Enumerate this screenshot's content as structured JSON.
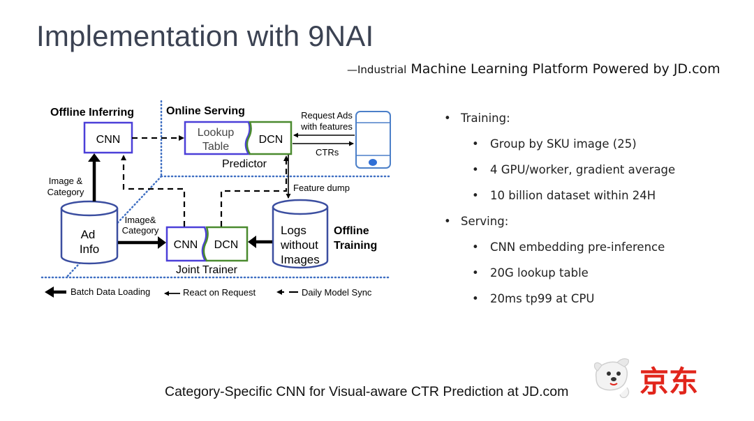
{
  "slide": {
    "title": "Implementation with 9NAI",
    "subtitle_prefix": "—Industrial",
    "subtitle_main": " Machine Learning Platform Powered by JD.com",
    "caption": "Category-Specific CNN for Visual-aware CTR Prediction at JD.com"
  },
  "bullets": [
    {
      "level": 1,
      "text": "Training:"
    },
    {
      "level": 2,
      "text": "Group by SKU image (25)"
    },
    {
      "level": 2,
      "text": "4 GPU/worker, gradient average"
    },
    {
      "level": 2,
      "text": "10 billion dataset within 24H"
    },
    {
      "level": 1,
      "text": "Serving:"
    },
    {
      "level": 2,
      "text": "CNN embedding pre-inference"
    },
    {
      "level": 2,
      "text": "20G lookup table"
    },
    {
      "level": 2,
      "text": "20ms tp99 at CPU"
    }
  ],
  "diagram": {
    "offline_inferring": "Offline Inferring",
    "online_serving": "Online Serving",
    "offline_training_1": "Offline",
    "offline_training_2": "Training",
    "cnn": "CNN",
    "dcn": "DCN",
    "lookup_1": "Lookup",
    "lookup_2": "Table",
    "predictor": "Predictor",
    "joint_trainer": "Joint Trainer",
    "request_ads_1": "Request Ads",
    "request_ads_2": "with features",
    "ctrs": "CTRs",
    "feature_dump": "Feature dump",
    "image_category_left_1": "Image &",
    "image_category_left_2": "Category",
    "image_category_mid_1": "Image&",
    "image_category_mid_2": "Category",
    "ad_info_1": "Ad",
    "ad_info_2": "Info",
    "logs_1": "Logs",
    "logs_2": "without",
    "logs_3": "Images",
    "legend_batch": "Batch Data Loading",
    "legend_react": "React on Request",
    "legend_sync": "Daily Model Sync"
  },
  "logo": {
    "text": "京东"
  },
  "colors": {
    "cnn_border": "#4b3fd8",
    "dcn_border": "#4a8a2e",
    "dotted_line": "#3f6fc2",
    "logo_red": "#e1251b",
    "title": "#3b4252"
  }
}
